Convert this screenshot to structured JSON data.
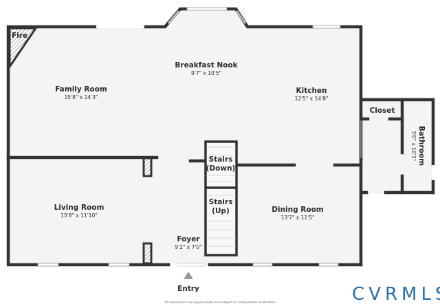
{
  "rooms": {
    "breakfast_nook": {
      "name": "Breakfast Nook",
      "dims": "9'7\" x 10'5\""
    },
    "family_room": {
      "name": "Family Room",
      "dims": "15'8\" x 14'3\""
    },
    "kitchen": {
      "name": "Kitchen",
      "dims": "12'5\" x 14'8\""
    },
    "closet": {
      "name": "Closet"
    },
    "bathroom": {
      "name": "Bathroom",
      "dims": "3'0\" x 10'3\""
    },
    "stairs_down": {
      "name": "Stairs",
      "sub": "(Down)"
    },
    "stairs_up": {
      "name": "Stairs",
      "sub": "(Up)"
    },
    "living_room": {
      "name": "Living Room",
      "dims": "15'8\" x 11'10\""
    },
    "dining_room": {
      "name": "Dining Room",
      "dims": "13'7\" x 11'5\""
    },
    "foyer": {
      "name": "Foyer",
      "dims": "9'2\" x 7'0\""
    }
  },
  "fireplace": {
    "label": "Fire"
  },
  "entry": {
    "label": "Entry"
  },
  "footer": "All dimensions are approximate and subject to independent verification",
  "logo": {
    "text": "CVRMLS",
    "color": "#2a6ea6"
  },
  "colors": {
    "wall": "#333333",
    "floor": "#f4f4f4"
  }
}
